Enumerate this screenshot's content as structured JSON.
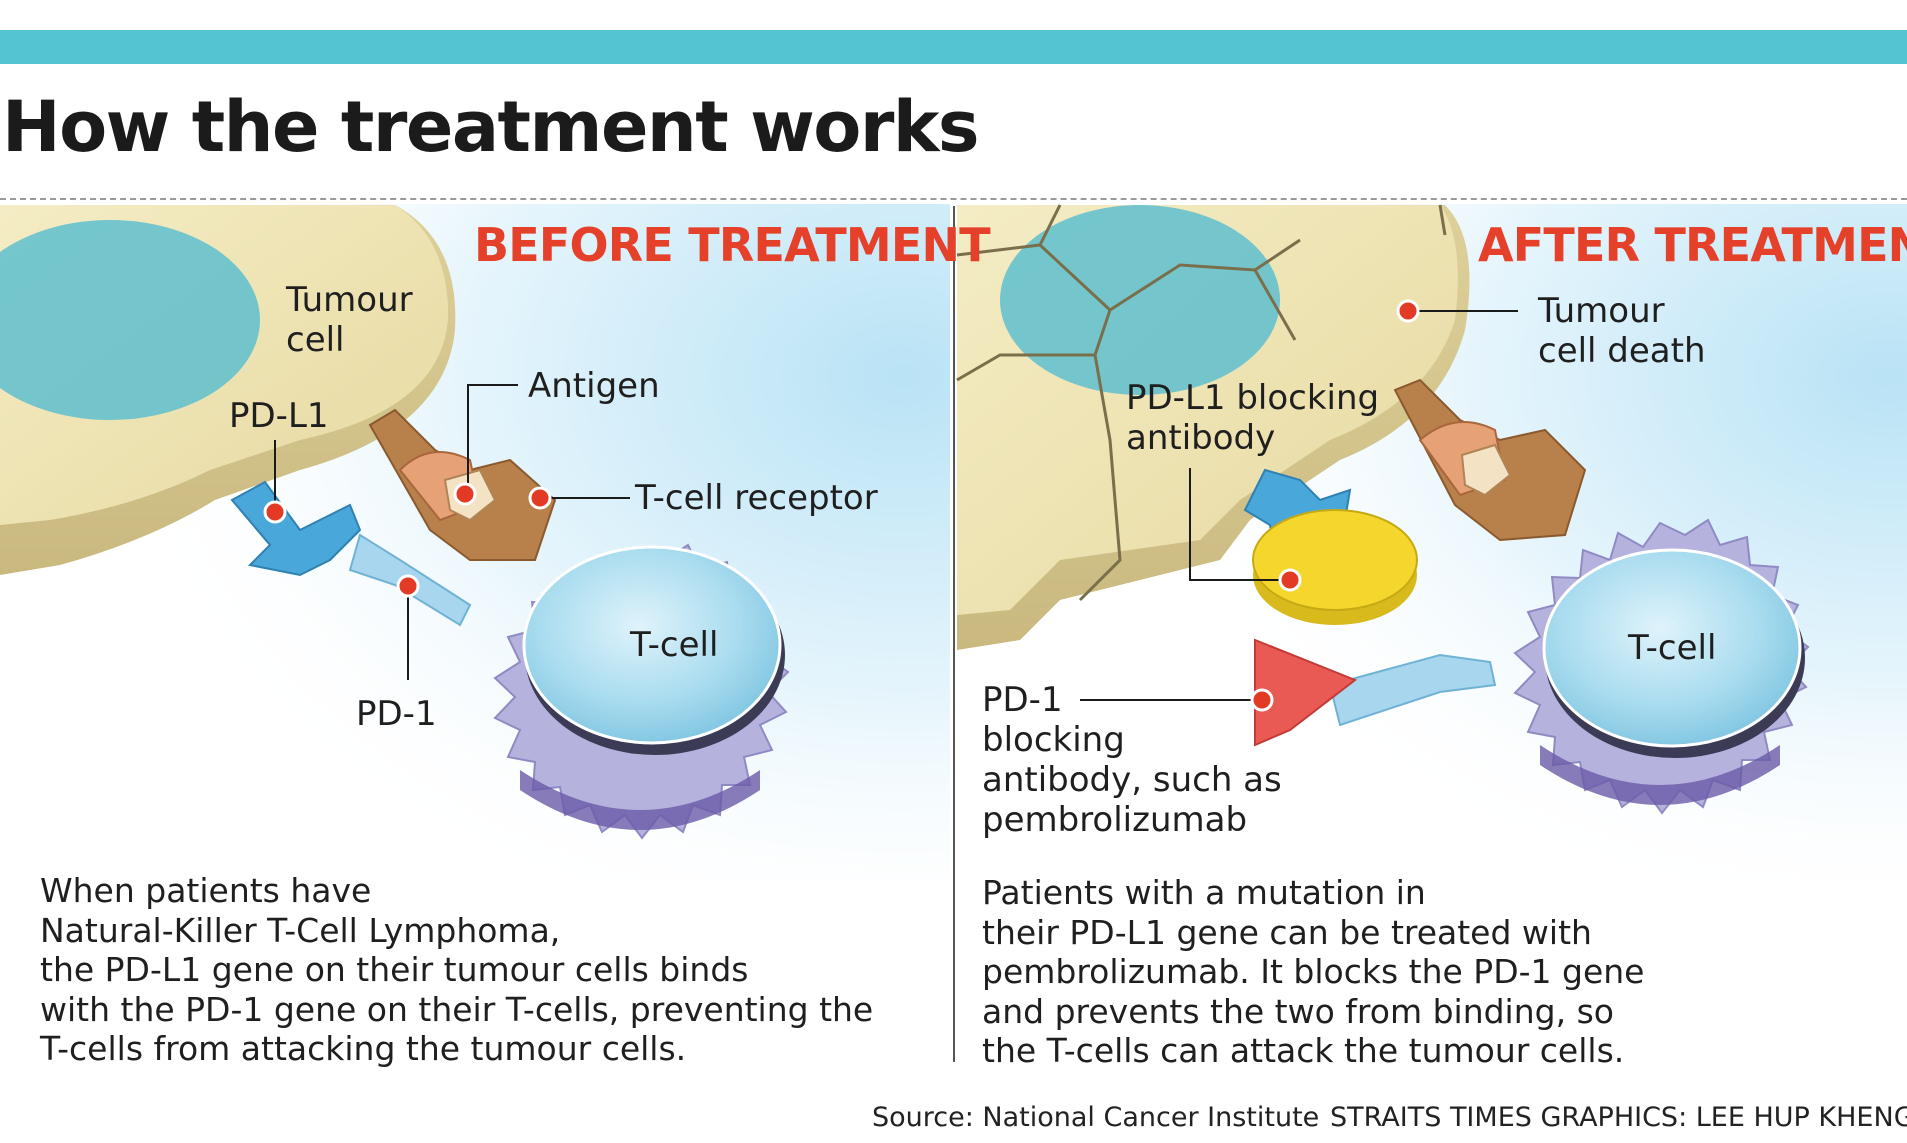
{
  "title": "How the treatment works",
  "before": {
    "heading": "BEFORE TREATMENT",
    "labels": {
      "tumour_cell": [
        "Tumour",
        "cell"
      ],
      "pd_l1": "PD-L1",
      "antigen": "Antigen",
      "tcell_receptor": "T-cell receptor",
      "tcell": "T-cell",
      "pd_1": "PD-1"
    },
    "caption": [
      "When patients have",
      "Natural-Killer T-Cell Lymphoma,",
      "the PD-L1 gene on their tumour cells binds",
      "with the PD-1 gene on their T-cells, preventing the",
      "T-cells from attacking the tumour cells."
    ]
  },
  "after": {
    "heading": "AFTER TREATMENT",
    "labels": {
      "tumour_death": [
        "Tumour",
        "cell death"
      ],
      "pd_l1_blocking": [
        "PD-L1 blocking",
        "antibody"
      ],
      "tcell": "T-cell",
      "pd_1_blocking": [
        "PD-1",
        "blocking",
        "antibody, such as",
        "pembrolizumab"
      ]
    },
    "caption": [
      "Patients with a mutation in",
      "their PD-L1 gene can be treated with",
      "pembrolizumab. It blocks the PD-1 gene",
      "and prevents the two from binding, so",
      "the T-cells can attack the tumour cells."
    ]
  },
  "credit": {
    "source": "Source: National Cancer Institute",
    "graphics": "STRAITS TIMES GRAPHICS: LEE HUP KHENG"
  },
  "colors": {
    "accent_bar": "#55c4d2",
    "heading_red": "#e5412a",
    "tumour_cell": "#efe5b3",
    "nucleus": "#5ec0cf",
    "tcell": "#b5b2de",
    "tcell_core": "#9fd7ea",
    "pd_l1": "#4aa7da",
    "pd_1": "#9cd0ea",
    "receptor": "#b8804a",
    "antigen": "#f3e2c4",
    "pd_l1_blocker": "#f4d62c",
    "pd_1_blocker": "#ea5a55",
    "marker_dot": "#e23a24"
  }
}
